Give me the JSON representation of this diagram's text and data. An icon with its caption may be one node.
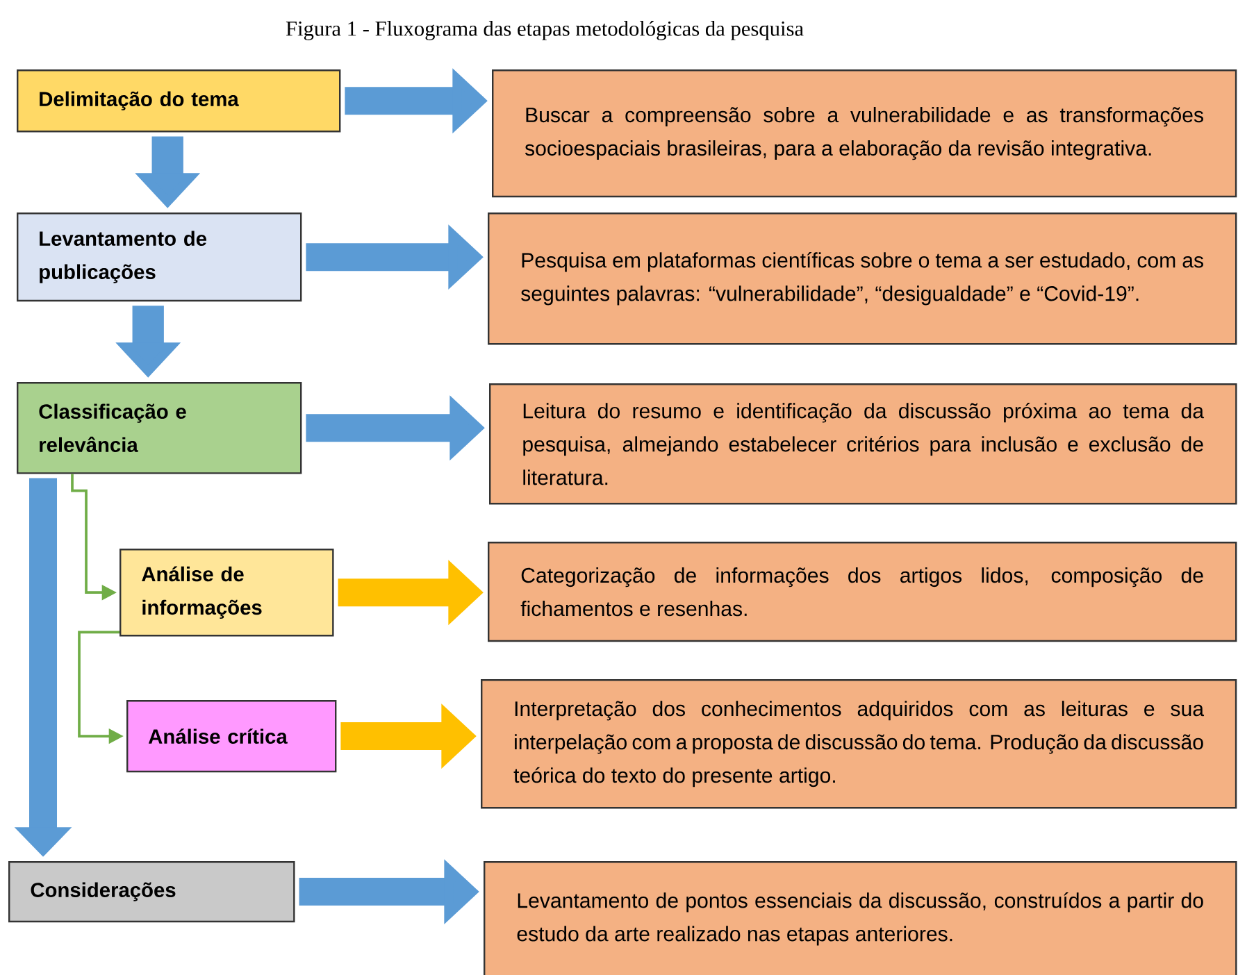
{
  "diagram": {
    "title": "Figura 1 - Fluxograma das etapas metodológicas da pesquisa",
    "nodes": [
      {
        "text": [
          "Delimitação do tema"
        ]
      },
      {
        "text": [
          "Buscar a compreensão sobre a vulnerabilidade e as transformações socioespaciais brasileiras, para a elaboração da revisão integrativa."
        ]
      },
      {
        "text": [
          "Levantamento de publicações"
        ]
      },
      {
        "text": [
          "Pesquisa em plataformas científicas sobre o tema a ser estudado, com as seguintes palavras: “vulnerabilidade”, “desigualdade” e “Covid-19”."
        ]
      },
      {
        "text": [
          "Classificação e relevância"
        ]
      },
      {
        "text": [
          "Leitura do resumo e identificação da discussão próxima ao tema da pesquisa, almejando estabelecer critérios para inclusão e exclusão de literatura."
        ]
      },
      {
        "text": [
          "Análise de informações"
        ]
      },
      {
        "text": [
          "Categorização de informações dos artigos lidos, composição de fichamentos e resenhas."
        ]
      },
      {
        "text": [
          "Análise crítica"
        ]
      },
      {
        "text": [
          "Interpretação dos conhecimentos adquiridos com as leituras e sua interpelação com a proposta de discussão do tema. Produção da discussão teórica do texto do presente artigo."
        ]
      },
      {
        "text": [
          "Considerações"
        ]
      },
      {
        "text": [
          "Levantamento de pontos essenciais da discussão, construídos a partir do estudo da arte realizado nas etapas anteriores."
        ]
      }
    ],
    "edges": [
      {
        "from": 0,
        "to": 1,
        "arrow": "to"
      },
      {
        "from": 0,
        "to": 2,
        "arrow": "to"
      },
      {
        "from": 2,
        "to": 3,
        "arrow": "to"
      },
      {
        "from": 2,
        "to": 4,
        "arrow": "to"
      },
      {
        "from": 4,
        "to": 5,
        "arrow": "to"
      },
      {
        "from": 4,
        "to": 6,
        "arrow": "to",
        "color": "#70ad47"
      },
      {
        "from": 6,
        "to": 7,
        "arrow": "to",
        "color": "#ffc000"
      },
      {
        "from": 6,
        "to": 8,
        "arrow": "to",
        "color": "#70ad47"
      },
      {
        "from": 8,
        "to": 9,
        "arrow": "to",
        "color": "#ffc000"
      },
      {
        "from": 4,
        "to": 10,
        "arrow": "to"
      },
      {
        "from": 10,
        "to": 11,
        "arrow": "to"
      }
    ]
  }
}
